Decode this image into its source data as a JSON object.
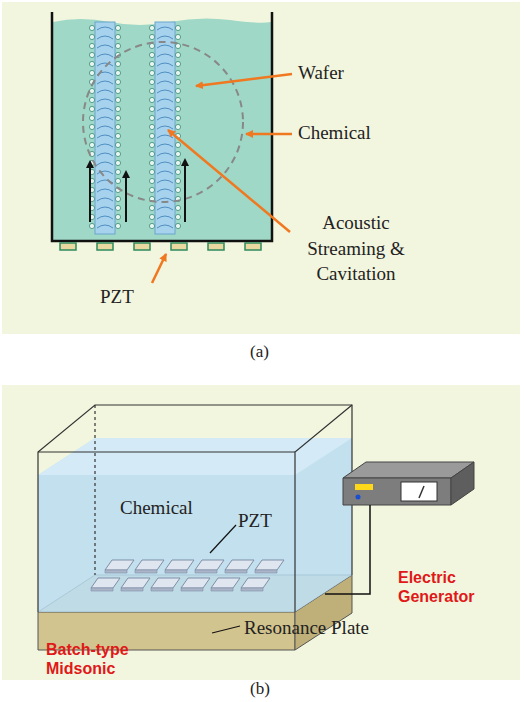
{
  "diagram": {
    "labels": [
      "Wafer",
      "Chemical",
      "Acoustic Streaming & Cavitation",
      "PZT",
      "(a)",
      "Chemical",
      "PZT",
      "Resonance Plate",
      "Batch-type Midsonic",
      "Electric Generator",
      "(b)"
    ]
  }
}
